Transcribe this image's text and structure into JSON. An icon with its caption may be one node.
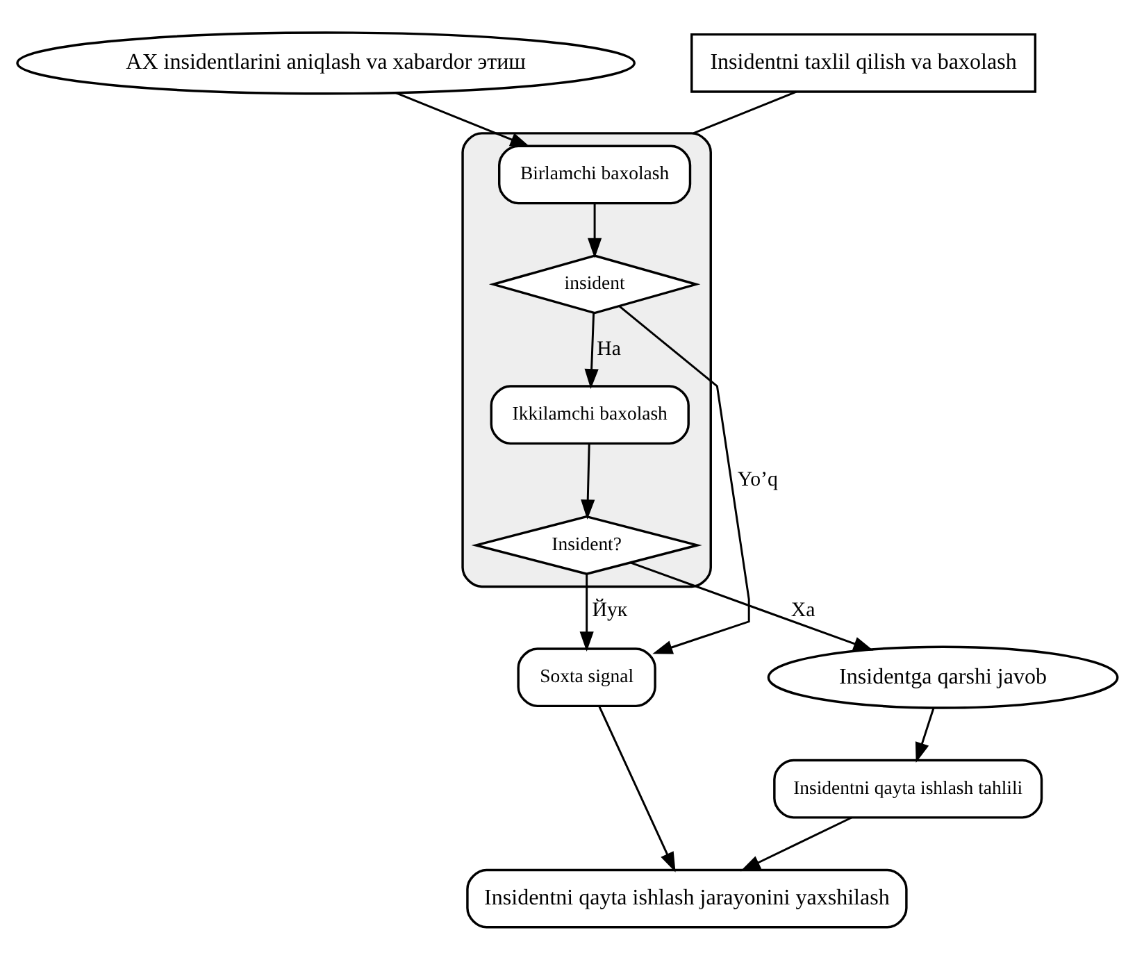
{
  "diagram": {
    "nodes": [
      {
        "text": [
          "AX insidentlarini aniqlash va xabardor этиш"
        ]
      },
      {
        "text": [],
        "shape": "box"
      },
      {
        "text": [
          "Insidentni taxlil qilish va baxolash"
        ]
      },
      {
        "text": [
          "Birlamchi baxolash"
        ],
        "in": 1
      },
      {
        "text": [
          "insident"
        ],
        "in": 1
      },
      {
        "text": [
          "Ikkilamchi baxolash"
        ],
        "in": 1
      },
      {
        "text": [
          "Insident?"
        ],
        "in": 1
      },
      {
        "text": [
          "Soxta signal"
        ]
      },
      {
        "text": [
          "Insidentga qarshi javob"
        ]
      },
      {
        "text": [
          "Insidentni qayta ishlash tahlili"
        ]
      },
      {
        "text": [
          "Insidentni qayta ishlash jarayonini yaxshilash"
        ]
      }
    ],
    "edges": [
      {
        "from": 0,
        "to": 3,
        "arrow": "to"
      },
      {
        "from": 3,
        "to": 4,
        "arrow": "to"
      },
      {
        "from": 4,
        "to": 5,
        "arrow": "to",
        "label": "Ha"
      },
      {
        "from": 4,
        "to": 7,
        "arrow": "to",
        "label": "Yo’q"
      },
      {
        "from": 5,
        "to": 6,
        "arrow": "to"
      },
      {
        "from": 6,
        "to": 7,
        "arrow": "to",
        "label": "Йук"
      },
      {
        "from": 6,
        "to": 8,
        "arrow": "to",
        "label": "Ха"
      },
      {
        "from": 8,
        "to": 9,
        "arrow": "to"
      },
      {
        "from": 7,
        "to": 10,
        "arrow": "to"
      },
      {
        "from": 9,
        "to": 10,
        "arrow": "to"
      },
      {
        "from": 2,
        "to": 1,
        "arrow": "none"
      }
    ]
  }
}
